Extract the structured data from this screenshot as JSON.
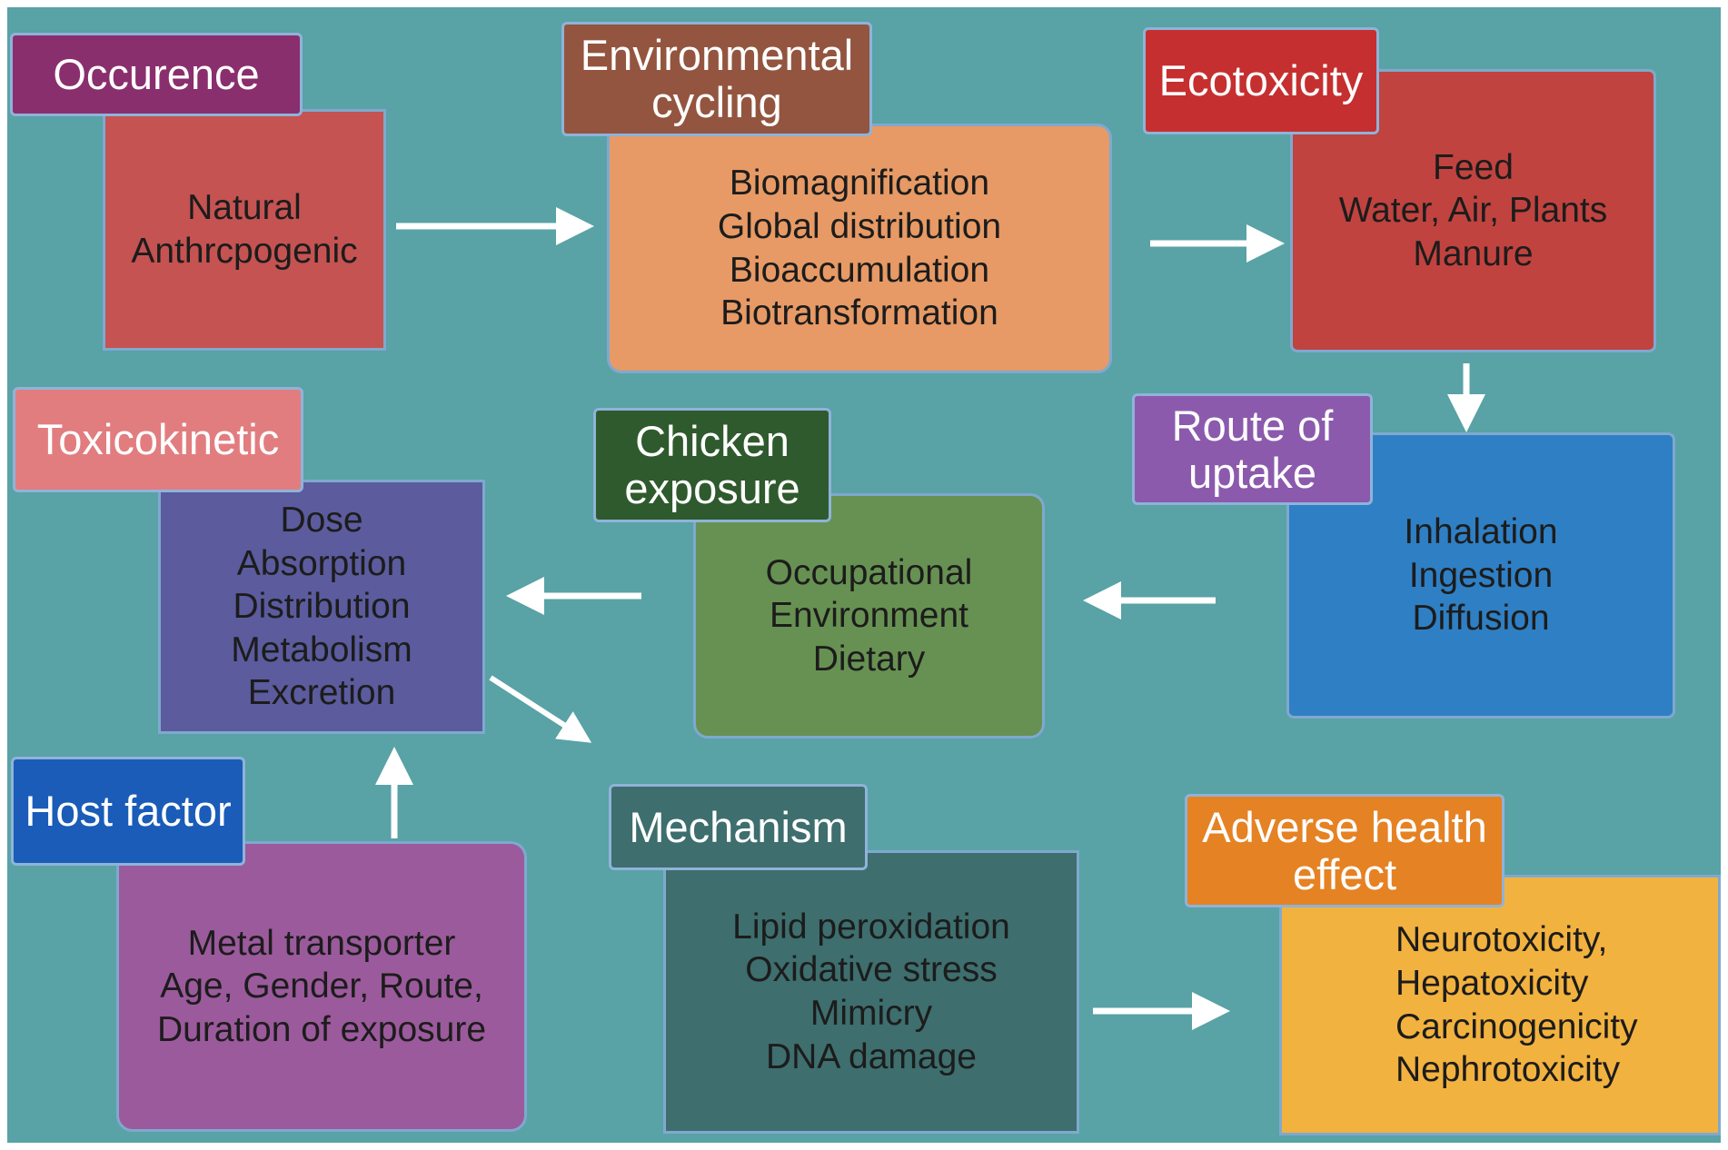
{
  "nodes": {
    "occurence": {
      "label": "Occurence",
      "items": [
        "Natural",
        "Anthrcpogenic"
      ]
    },
    "environmental_cycling": {
      "label": "Environmental cycling",
      "items": [
        "Biomagnification",
        "Global distribution",
        "Bioaccumulation",
        "Biotransformation"
      ]
    },
    "ecotoxicity": {
      "label": "Ecotoxicity",
      "items": [
        "Feed",
        "Water, Air, Plants",
        "Manure"
      ]
    },
    "route_of_uptake": {
      "label": "Route of uptake",
      "items": [
        "Inhalation",
        "Ingestion",
        "Diffusion"
      ]
    },
    "chicken_exposure": {
      "label": "Chicken exposure",
      "items": [
        "Occupational",
        "Environment",
        "Dietary"
      ]
    },
    "toxicokinetic": {
      "label": "Toxicokinetic",
      "items": [
        "Dose",
        "Absorption",
        "Distribution",
        "Metabolism",
        "Excretion"
      ]
    },
    "host_factor": {
      "label": "Host factor",
      "items": [
        "Metal transporter",
        "Age, Gender, Route,",
        "Duration of exposure"
      ]
    },
    "mechanism": {
      "label": "Mechanism",
      "items": [
        "Lipid peroxidation",
        "Oxidative stress",
        "Mimicry",
        "DNA damage"
      ]
    },
    "adverse_health_effect": {
      "label": "Adverse health effect",
      "items": [
        "Neurotoxicity,",
        "Hepatoxicity",
        "Carcinogenicity",
        "Nephrotoxicity"
      ]
    }
  },
  "colors": {
    "background": "#59a2a6",
    "arrow": "#ffffff"
  }
}
